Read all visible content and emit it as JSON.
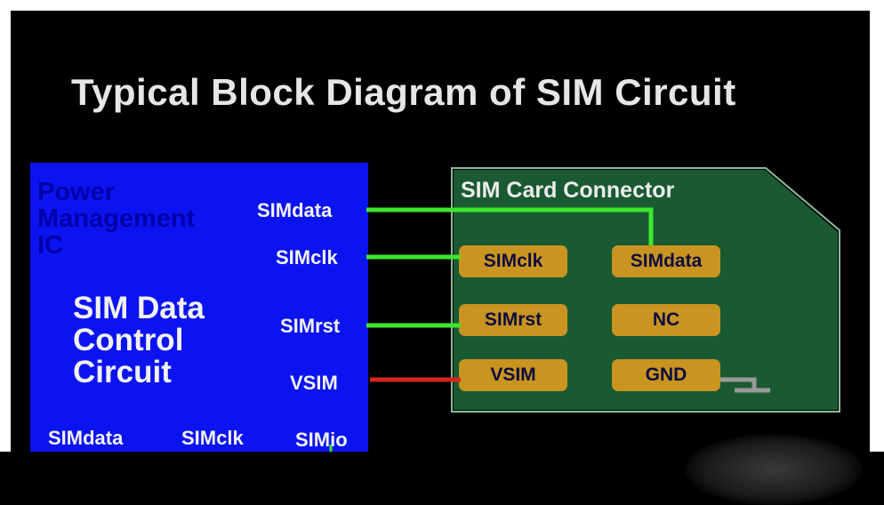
{
  "title": "Typical Block Diagram of SIM Circuit",
  "pmic": {
    "title": "Power Management IC",
    "title_lines": [
      "Power",
      "Management",
      "IC"
    ],
    "control_title_lines": [
      "SIM Data",
      "Control",
      "Circuit"
    ],
    "pins_right": [
      "SIMdata",
      "SIMclk",
      "SIMrst",
      "VSIM"
    ],
    "pins_bottom": [
      "SIMdata",
      "SIMclk",
      "SIMio"
    ]
  },
  "connector": {
    "title": "SIM Card Connector",
    "pads": [
      "SIMclk",
      "SIMdata",
      "SIMrst",
      "NC",
      "VSIM",
      "GND"
    ]
  },
  "colors": {
    "background": "#000000",
    "pmic_block": "#0b14f0",
    "connector_block": "#1a5a32",
    "pad": "#c9941f",
    "signal_wire": "#3ee62e",
    "power_wire": "#d8241c",
    "ground_wire": "#9a9a9a"
  }
}
